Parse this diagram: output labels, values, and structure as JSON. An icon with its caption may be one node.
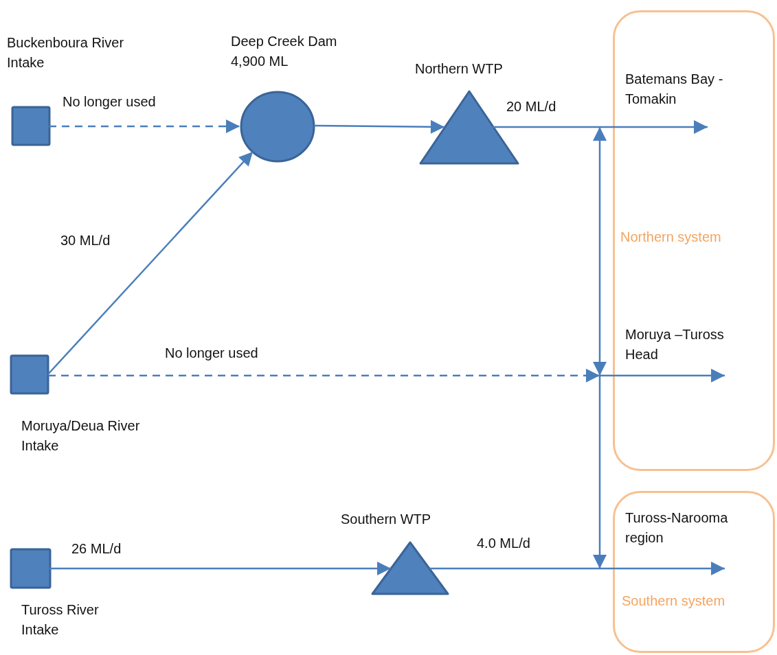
{
  "diagram": {
    "nodes": [
      {
        "text": [
          "Buckenboura River Intake"
        ]
      },
      {
        "text": [
          "Deep Creek Dam 4,900 ML"
        ]
      },
      {
        "text": [
          "Northern WTP"
        ]
      },
      {
        "text": [
          "Moruya/Deua River Intake"
        ]
      },
      {
        "text": [
          "Southern WTP"
        ]
      },
      {
        "text": [
          "Tuross River Intake"
        ]
      },
      {
        "text": [
          "Northern system"
        ]
      },
      {
        "text": [
          "Southern system"
        ]
      },
      {
        "text": [
          "Batemans Bay - Tomakin"
        ],
        "in": 6
      },
      {
        "text": [
          "Moruya –Tuross Head"
        ],
        "in": 6
      },
      {
        "text": [
          "Tuross-Narooma region"
        ],
        "in": 7
      }
    ],
    "edges": [
      {
        "from": 0,
        "to": 1,
        "arrow": "to",
        "style": "dashed",
        "label": "No longer used"
      },
      {
        "from": 3,
        "to": 1,
        "arrow": "to",
        "label": "30 ML/d"
      },
      {
        "from": 1,
        "to": 2,
        "arrow": "to"
      },
      {
        "from": 2,
        "to": 8,
        "arrow": "to",
        "label": "20 ML/d"
      },
      {
        "from": 3,
        "to": 6,
        "arrow": "to",
        "style": "dashed",
        "label": "No longer used"
      },
      {
        "from": null,
        "to": 9,
        "arrow": "to"
      },
      {
        "from": 8,
        "to": 9,
        "arrow": "both"
      },
      {
        "from": 9,
        "to": 10,
        "arrow": "to"
      },
      {
        "from": 5,
        "to": 4,
        "arrow": "to",
        "label": "26 ML/d"
      },
      {
        "from": 4,
        "to": 10,
        "arrow": "to",
        "label": "4.0 ML/d"
      }
    ]
  }
}
